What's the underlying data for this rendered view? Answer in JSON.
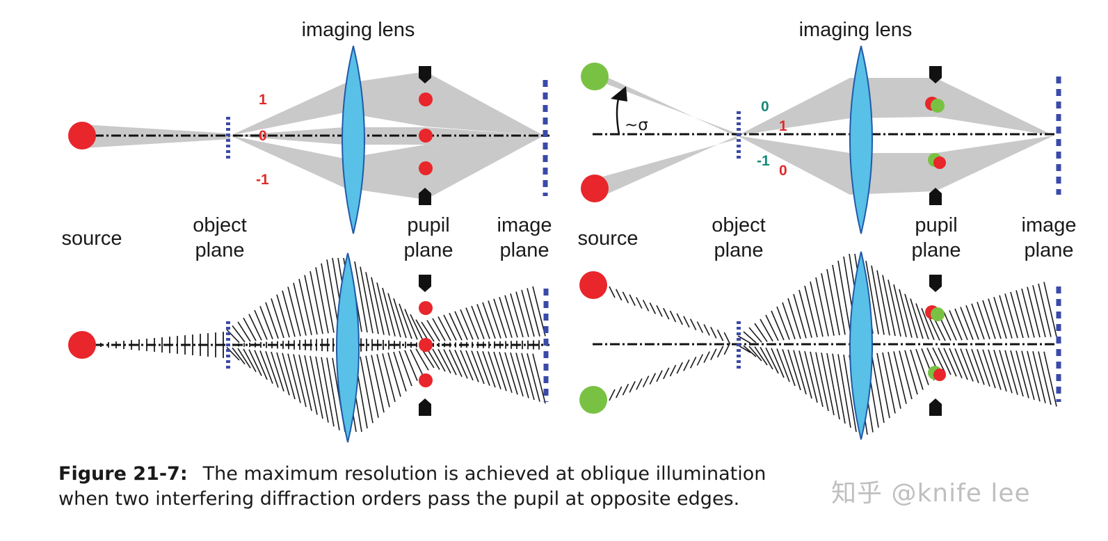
{
  "panels": [
    {
      "lens_label": "imaging lens",
      "source_label": "source",
      "object_label": [
        "object",
        "plane"
      ],
      "pupil_label": [
        "pupil",
        "plane"
      ],
      "image_label": [
        "image",
        "plane"
      ],
      "orders": [
        "1",
        "0",
        "-1"
      ]
    },
    {
      "lens_label": "imaging lens",
      "source_label": "source",
      "object_label": [
        "object",
        "plane"
      ],
      "pupil_label": [
        "pupil",
        "plane"
      ],
      "image_label": [
        "image",
        "plane"
      ],
      "orders_green": [
        "0",
        "-1"
      ],
      "orders_red": [
        "1",
        "0"
      ],
      "angle_label": "~σ"
    }
  ],
  "caption": {
    "figure_label": "Figure 21-7:",
    "line1": "The maximum resolution is achieved at oblique illumination",
    "line2": "when two interfering diffraction orders pass the pupil at opposite edges."
  },
  "watermark": "知乎 @knife lee",
  "colors": {
    "red_source": "#e8262b",
    "green_source": "#79c143",
    "lens": "#59c0e8",
    "grating": "#3a4aa8",
    "beam": "#c9c9c9",
    "stop": "#111111"
  }
}
